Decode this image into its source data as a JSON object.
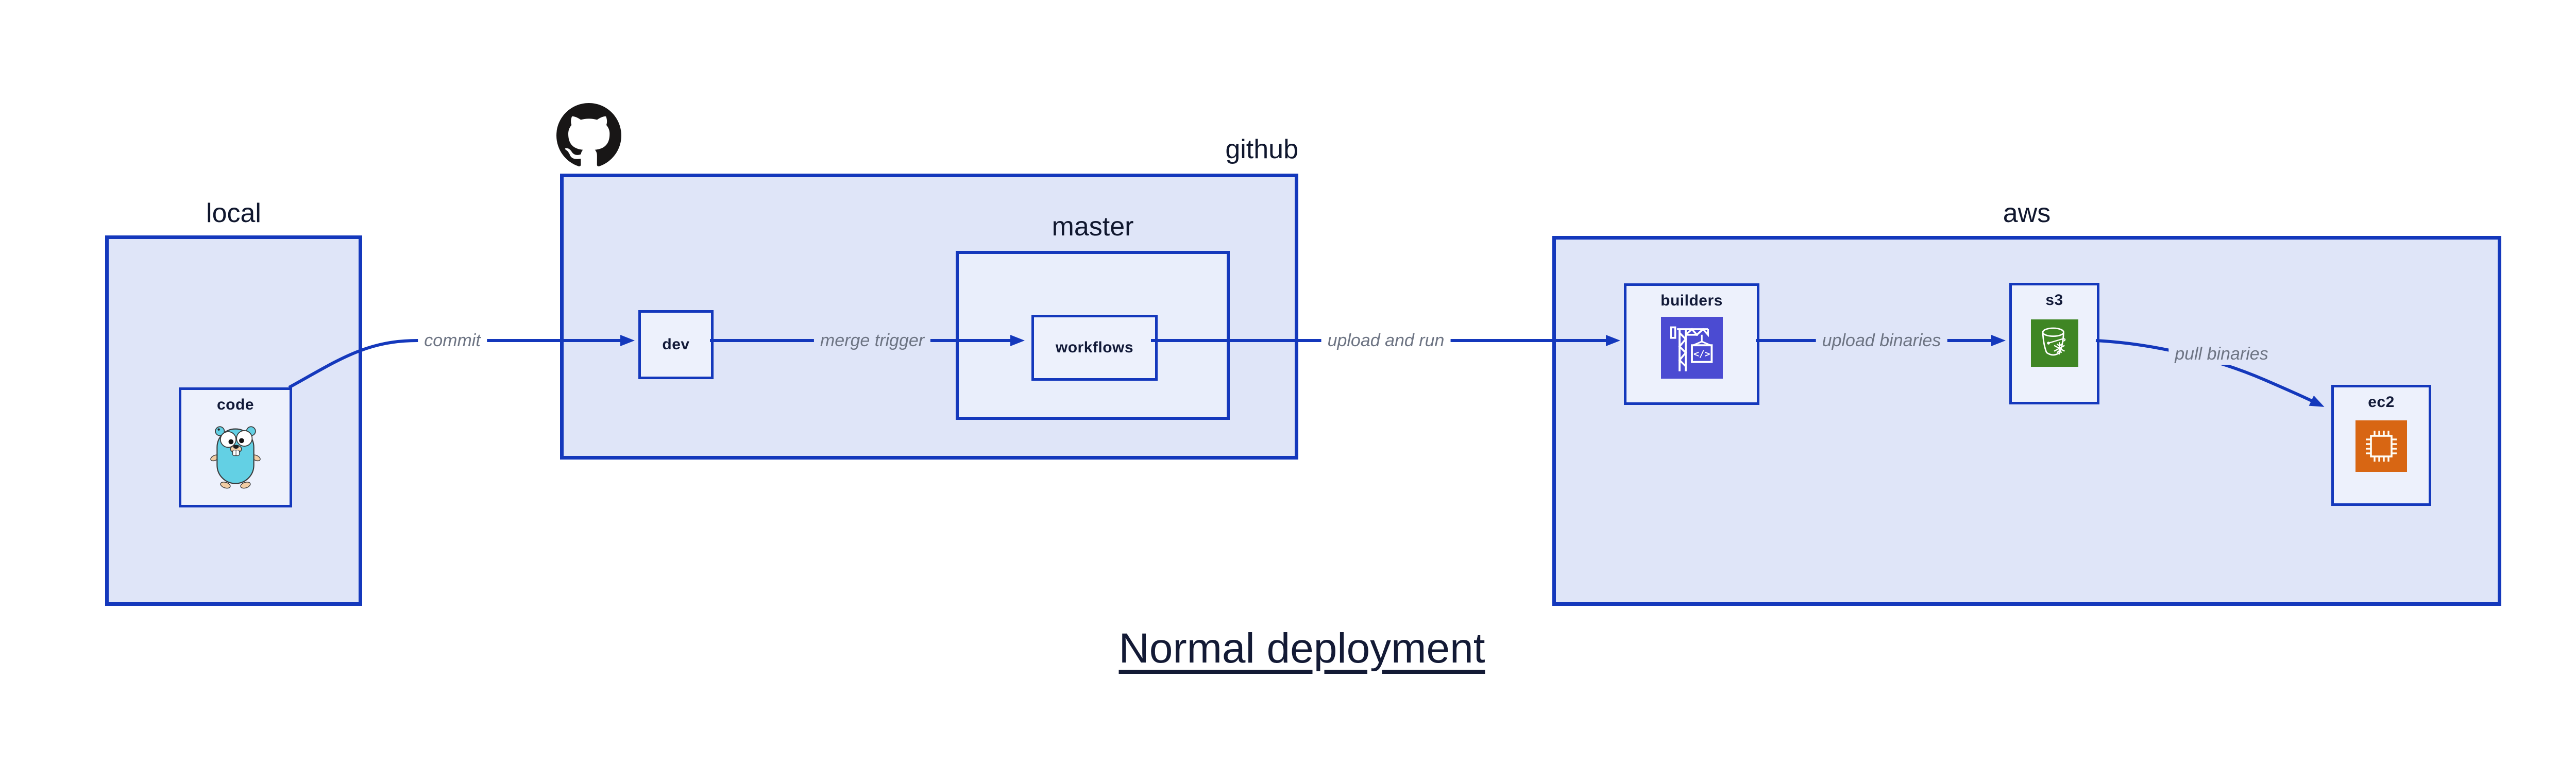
{
  "title": {
    "text": "Normal deployment"
  },
  "groups": {
    "local": {
      "label": "local"
    },
    "github": {
      "label": "github"
    },
    "master": {
      "label": "master"
    },
    "aws": {
      "label": "aws"
    }
  },
  "nodes": {
    "code": {
      "label": "code",
      "icon": "go-gopher-icon"
    },
    "dev": {
      "label": "dev"
    },
    "workflows": {
      "label": "workflows"
    },
    "builders": {
      "label": "builders",
      "icon": "codebuild-crane-icon"
    },
    "s3": {
      "label": "s3",
      "icon": "s3-bucket-icon"
    },
    "ec2": {
      "label": "ec2",
      "icon": "ec2-chip-icon"
    }
  },
  "icons": {
    "octocat": "github-octocat-icon",
    "codebuild_glyph": "</>"
  },
  "edges": [
    {
      "from": "code",
      "to": "dev",
      "label": "commit"
    },
    {
      "from": "dev",
      "to": "workflows",
      "label": "merge trigger"
    },
    {
      "from": "workflows",
      "to": "builders",
      "label": "upload and run"
    },
    {
      "from": "builders",
      "to": "s3",
      "label": "upload binaries"
    },
    {
      "from": "s3",
      "to": "ec2",
      "label": "pull binaries"
    }
  ],
  "colors": {
    "canvas_bg": "#ffffff",
    "box_border": "#1438bc",
    "arrow": "#1438bc",
    "group_fill": "#dfe5f8",
    "master_fill": "#e9eefb",
    "node_fill": "#edf1fc",
    "edge_label_text": "#6d7483",
    "label_text": "#10172e",
    "title_text": "#131a35",
    "octocat": "#181616",
    "gopher_body": "#63d0e4",
    "gopher_skin": "#f2cda4",
    "codebuild_bg": "#4b4bd2",
    "s3_bg": "#3f8624",
    "ec2_bg": "#d86613"
  }
}
